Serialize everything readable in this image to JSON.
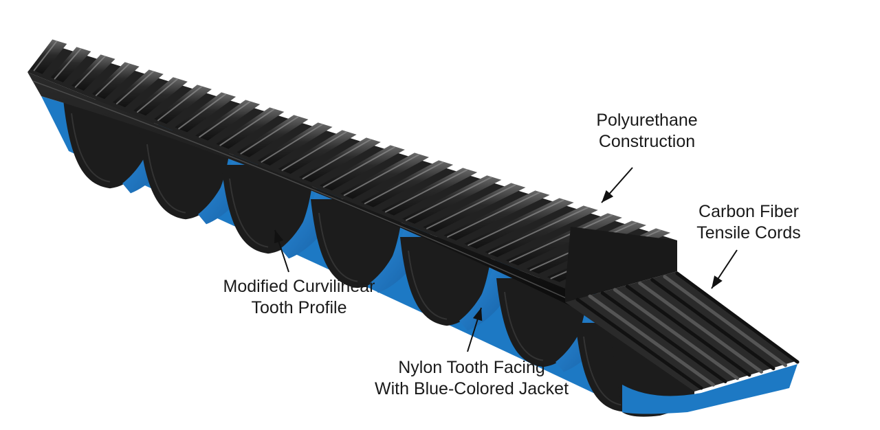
{
  "diagram": {
    "colors": {
      "belt_black": "#1c1c1c",
      "belt_dark": "#0e0e0e",
      "ridge_light": "#5a5a5a",
      "jacket_blue": "#1d79c4",
      "cord_gray": "#3a3a3a"
    },
    "tooth_count": 7,
    "callouts": [
      {
        "id": "polyurethane",
        "lines": [
          "Polyurethane",
          "Construction"
        ]
      },
      {
        "id": "carbon",
        "lines": [
          "Carbon Fiber",
          "Tensile Cords"
        ]
      },
      {
        "id": "tooth-profile",
        "lines": [
          "Modified Curvilinear",
          "Tooth Profile"
        ]
      },
      {
        "id": "nylon",
        "lines": [
          "Nylon Tooth Facing",
          "With Blue-Colored Jacket"
        ]
      }
    ]
  }
}
